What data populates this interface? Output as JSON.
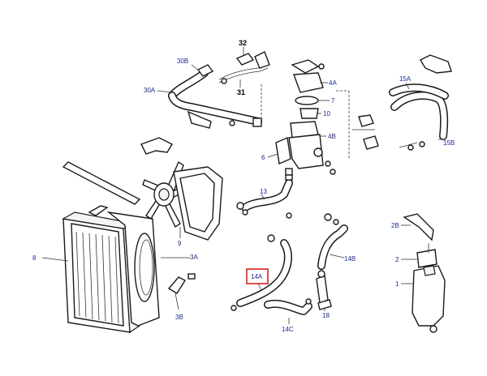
{
  "diagram": {
    "callouts": {
      "c32": "32",
      "c31": "31",
      "c30B": "30B",
      "c30A": "30A",
      "c4A": "4A",
      "c7": "7",
      "c10": "10",
      "c4B": "4B",
      "c6": "6",
      "c15A": "15A",
      "c15B": "15B",
      "c13": "13",
      "c9": "9",
      "c8": "8",
      "c3A": "3A",
      "c3B": "3B",
      "c14A": "14A",
      "c14B": "14B",
      "c14C": "14C",
      "c18": "18",
      "c2B": "2B",
      "c2": "2",
      "c1": "1"
    },
    "highlight_color": "#e02020",
    "label_color": "#1a2a8c"
  }
}
